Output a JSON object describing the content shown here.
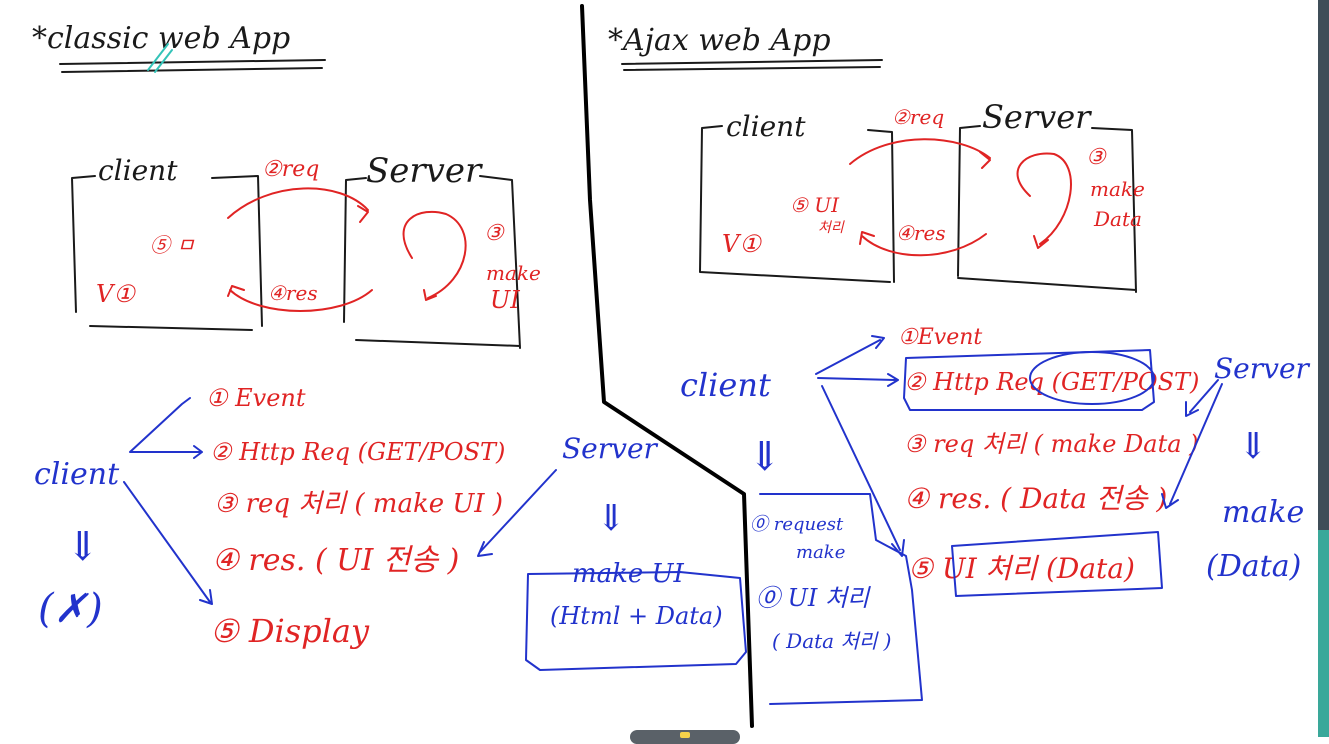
{
  "classic": {
    "title": "*classic web App",
    "client_label": "client",
    "server_label": "Server",
    "step1": "V①",
    "step2": "②req",
    "step3_num": "③",
    "step3_a": "make",
    "step3_b": "UI",
    "step4": "④res",
    "step5": "⑤ ㅁ",
    "flow": {
      "client": "client",
      "client_arrow": "⇓",
      "client_result": "(✗)",
      "items": [
        "① Event",
        "② Http Req (GET/POST)",
        "③ req 처리 ( make UI )",
        "④ res. ( UI 전송 )",
        "⑤ Display"
      ],
      "server": "Server",
      "server_arrow": "⇓",
      "server_box_a": "make UI",
      "server_box_b": "(Html + Data)"
    }
  },
  "ajax": {
    "title": "*Ajax web App",
    "client_label": "client",
    "server_label": "Server",
    "step1": "V①",
    "step2": "②req",
    "step3_num": "③",
    "step3_a": "make",
    "step3_b": "Data",
    "step4": "④res",
    "step5_a": "⑤ UI",
    "step5_b": "처리",
    "flow": {
      "client": "client",
      "client_arrow": "⇓",
      "items": [
        "①Event",
        "② Http Req (GET/POST)",
        "③ req 처리 ( make Data )",
        "④ res. ( Data 전송 )",
        "⑤ UI 처리 (Data)"
      ],
      "server": "Server",
      "server_arrow": "⇓",
      "server_result_a": "make",
      "server_result_b": "(Data)",
      "box_a": "⓪ request",
      "box_b": "make",
      "box_c": "⓪ UI 처리",
      "box_d": "( Data 처리 )"
    }
  }
}
